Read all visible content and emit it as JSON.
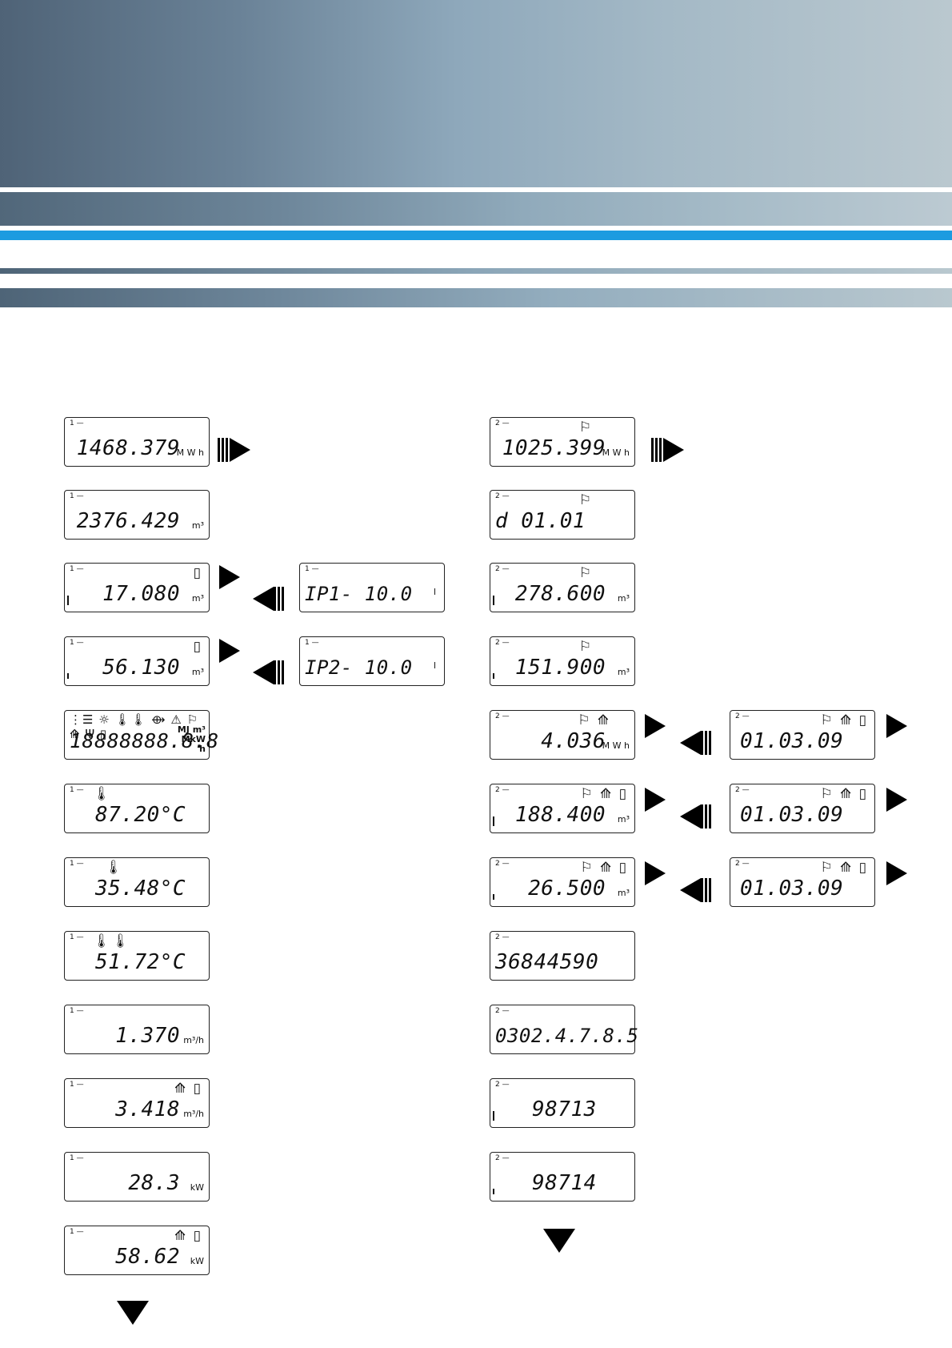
{
  "left_column": [
    {
      "channel": "1 —",
      "indicator": "",
      "value": "1468.379",
      "unit": "M W h"
    },
    {
      "channel": "1 —",
      "indicator": "",
      "value": "2376.429",
      "unit": "m³"
    },
    {
      "channel": "1 —",
      "indicator": "▯",
      "value": "17.080",
      "unit": "m³"
    },
    {
      "channel": "1 —",
      "indicator": "▯",
      "value": "56.130",
      "unit": "m³"
    },
    {
      "channel": "",
      "indicator": "⋮☰ ☼ 🌡🌡 ⟴ ⚠ ⚐ ⟰ Ψ ▯",
      "value": "18888888.8.8",
      "unit": "MJ m³ MkW h"
    },
    {
      "channel": "1 —",
      "indicator": "🌡",
      "value": "87.20°C",
      "unit": ""
    },
    {
      "channel": "1 —",
      "indicator": "🌡",
      "value": "35.48°C",
      "unit": ""
    },
    {
      "channel": "1 —",
      "indicator": "🌡🌡",
      "value": "51.72°C",
      "unit": ""
    },
    {
      "channel": "1 —",
      "indicator": "",
      "value": "1.370",
      "unit": "m³/h"
    },
    {
      "channel": "1 —",
      "indicator": "⟰ ▯",
      "value": "3.418",
      "unit": "m³/h"
    },
    {
      "channel": "1 —",
      "indicator": "",
      "value": "28.3",
      "unit": "kW"
    },
    {
      "channel": "1 —",
      "indicator": "⟰ ▯",
      "value": "58.62",
      "unit": "kW"
    }
  ],
  "left_subs": [
    {
      "channel": "1 —",
      "value": "IP1-      10.0",
      "unit": "l"
    },
    {
      "channel": "1 —",
      "value": "IP2-      10.0",
      "unit": "l"
    }
  ],
  "right_column": [
    {
      "channel": "2 —",
      "indicator": "⚐",
      "value": "1025.399",
      "unit": "M W h"
    },
    {
      "channel": "2 —",
      "indicator": "⚐",
      "value": "d     01.01",
      "unit": ""
    },
    {
      "channel": "2 —",
      "indicator": "⚐",
      "value": "278.600",
      "unit": "m³"
    },
    {
      "channel": "2 —",
      "indicator": "⚐",
      "value": "151.900",
      "unit": "m³"
    },
    {
      "channel": "2 —",
      "indicator": "⚐ ⟰",
      "value": "4.036",
      "unit": "M W h"
    },
    {
      "channel": "2 —",
      "indicator": "⚐ ⟰ ▯",
      "value": "188.400",
      "unit": "m³"
    },
    {
      "channel": "2 —",
      "indicator": "⚐ ⟰ ▯",
      "value": "26.500",
      "unit": "m³"
    },
    {
      "channel": "2 —",
      "indicator": "",
      "value": "36844590",
      "unit": ""
    },
    {
      "channel": "2 —",
      "indicator": "",
      "value": "0302.4.7.8.5",
      "unit": ""
    },
    {
      "channel": "2 —",
      "indicator": "",
      "value": "98713",
      "unit": ""
    },
    {
      "channel": "2 —",
      "indicator": "",
      "value": "98714",
      "unit": ""
    }
  ],
  "right_subs": [
    {
      "channel": "2 —",
      "indicator": "⚐ ⟰ ▯",
      "value": "01.03.09"
    },
    {
      "channel": "2 —",
      "indicator": "⚐ ⟰ ▯",
      "value": "01.03.09"
    },
    {
      "channel": "2 —",
      "indicator": "⚐ ⟰ ▯",
      "value": "01.03.09"
    }
  ]
}
